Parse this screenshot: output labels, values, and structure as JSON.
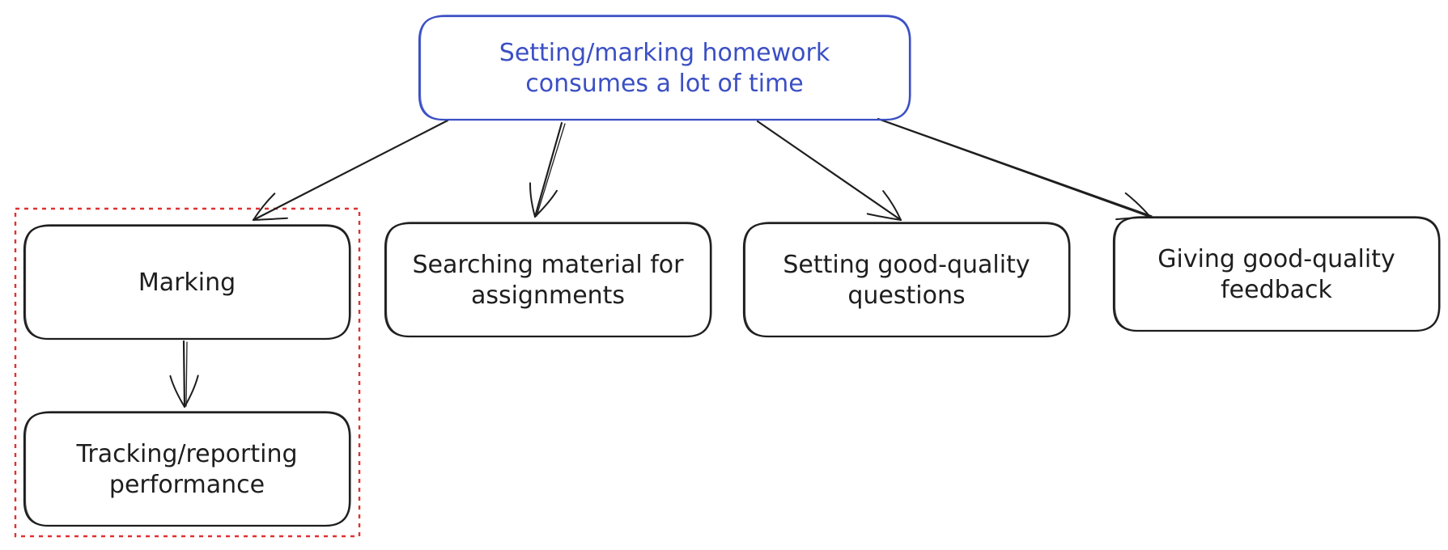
{
  "diagram": {
    "root": {
      "id": "root",
      "lines": [
        "Setting/marking homework",
        "consumes a lot of time"
      ],
      "color": "#3b4fc4"
    },
    "children": [
      {
        "id": "marking",
        "lines": [
          "Marking"
        ]
      },
      {
        "id": "searching",
        "lines": [
          "Searching material for",
          "assignments"
        ]
      },
      {
        "id": "setting",
        "lines": [
          "Setting good-quality",
          "questions"
        ]
      },
      {
        "id": "giving",
        "lines": [
          "Giving good-quality",
          "feedback"
        ]
      }
    ],
    "sub": {
      "id": "tracking",
      "lines": [
        "Tracking/reporting",
        "performance"
      ]
    },
    "edges": [
      {
        "from": "root",
        "to": "marking"
      },
      {
        "from": "root",
        "to": "searching"
      },
      {
        "from": "root",
        "to": "setting"
      },
      {
        "from": "root",
        "to": "giving"
      },
      {
        "from": "marking",
        "to": "tracking"
      }
    ],
    "highlight": {
      "encloses": [
        "marking",
        "tracking"
      ],
      "color": "#e03131",
      "style": "dashed"
    },
    "colors": {
      "stroke": "#1e1e1e",
      "root": "#3b4fc4",
      "highlight": "#e03131"
    }
  }
}
